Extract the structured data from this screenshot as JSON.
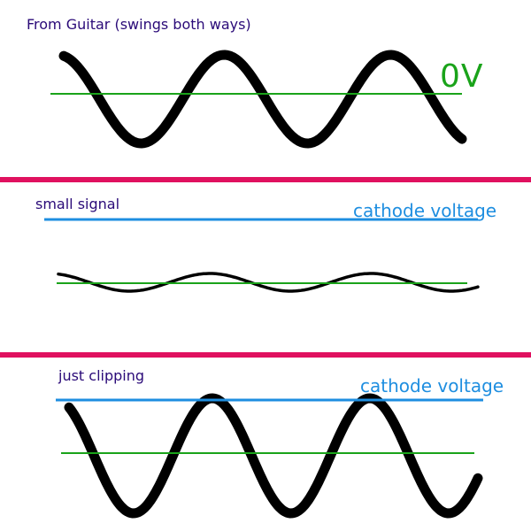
{
  "panels": [
    {
      "label": "From Guitar (swings both ways)",
      "reference_label": "0V"
    },
    {
      "label": "small signal",
      "reference_label": "cathode voltage"
    },
    {
      "label": "just clipping",
      "reference_label": "cathode voltage"
    }
  ],
  "colors": {
    "wave": "#000000",
    "zero_line": "#1aa31a",
    "cathode_line": "#1e8ee0",
    "divider": "#e0115f",
    "label_text": "#2a0a78",
    "cathode_text": "#1e8ee0"
  }
}
